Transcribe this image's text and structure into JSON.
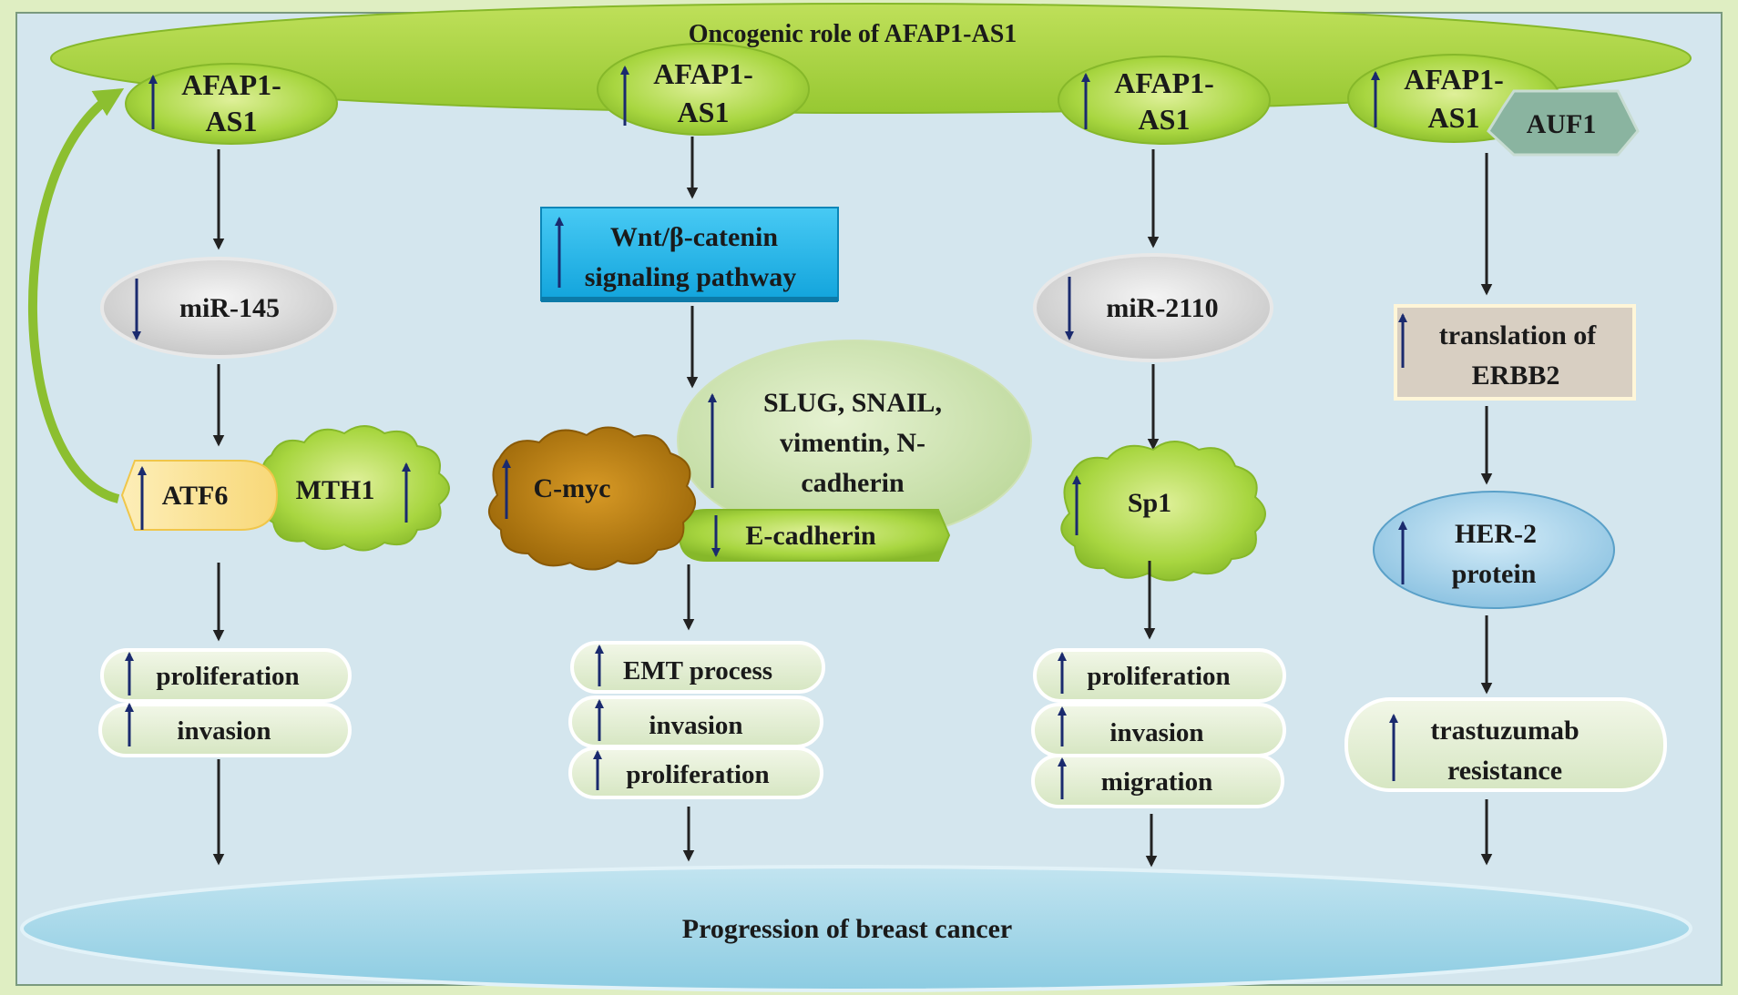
{
  "title": "Oncogenic role of AFAP1-AS1",
  "footer": "Progression of breast cancer",
  "colors": {
    "background": "#d4e6ee",
    "frame": "#dfeec2",
    "lime": "#a4d43c",
    "grey": "#dadada",
    "blue_box": "#22b8ee",
    "outcome": "#e6f0d2",
    "her2": "#a8d4ec",
    "erbb2_box": "#d8cfc2",
    "auf1": "#8ab4a0",
    "cmyc": "#b07810",
    "atf6": "#fce49c",
    "up_arrow": "#1a2a6e",
    "flow_arrow": "#222222"
  },
  "columns": [
    {
      "source": {
        "line1": "AFAP1-",
        "line2": "AS1",
        "arrow": "up"
      },
      "mediator": {
        "label": "miR-145",
        "arrow": "down"
      },
      "targets": [
        {
          "label": "ATF6",
          "arrow": "up"
        },
        {
          "label": "MTH1",
          "arrow": "up"
        }
      ],
      "outcomes": [
        {
          "label": "proliferation",
          "arrow": "up"
        },
        {
          "label": "invasion",
          "arrow": "up"
        }
      ]
    },
    {
      "source": {
        "line1": "AFAP1-",
        "line2": "AS1",
        "arrow": "up"
      },
      "mediator": {
        "line1": "Wnt/β-catenin",
        "line2": "signaling pathway",
        "arrow": "up"
      },
      "targets": [
        {
          "label": "C-myc",
          "arrow": "up"
        },
        {
          "line1": "SLUG, SNAIL,",
          "line2": "vimentin, N-",
          "line3": "cadherin",
          "arrow": "up"
        },
        {
          "label": "E-cadherin",
          "arrow": "down"
        }
      ],
      "outcomes": [
        {
          "label": "EMT process",
          "arrow": "up"
        },
        {
          "label": "invasion",
          "arrow": "up"
        },
        {
          "label": "proliferation",
          "arrow": "up"
        }
      ]
    },
    {
      "source": {
        "line1": "AFAP1-",
        "line2": "AS1",
        "arrow": "up"
      },
      "mediator": {
        "label": "miR-2110",
        "arrow": "down"
      },
      "targets": [
        {
          "label": "Sp1",
          "arrow": "up"
        }
      ],
      "outcomes": [
        {
          "label": "proliferation",
          "arrow": "up"
        },
        {
          "label": "invasion",
          "arrow": "up"
        },
        {
          "label": "migration",
          "arrow": "up"
        }
      ]
    },
    {
      "source": {
        "line1": "AFAP1-",
        "line2": "AS1",
        "arrow": "up"
      },
      "partner": {
        "label": "AUF1"
      },
      "mediator": {
        "line1": "translation of",
        "line2": "ERBB2",
        "arrow": "up"
      },
      "targets": [
        {
          "line1": "HER-2",
          "line2": "protein",
          "arrow": "up"
        }
      ],
      "outcomes": [
        {
          "line1": "trastuzumab",
          "line2": "resistance",
          "arrow": "up"
        }
      ]
    }
  ]
}
